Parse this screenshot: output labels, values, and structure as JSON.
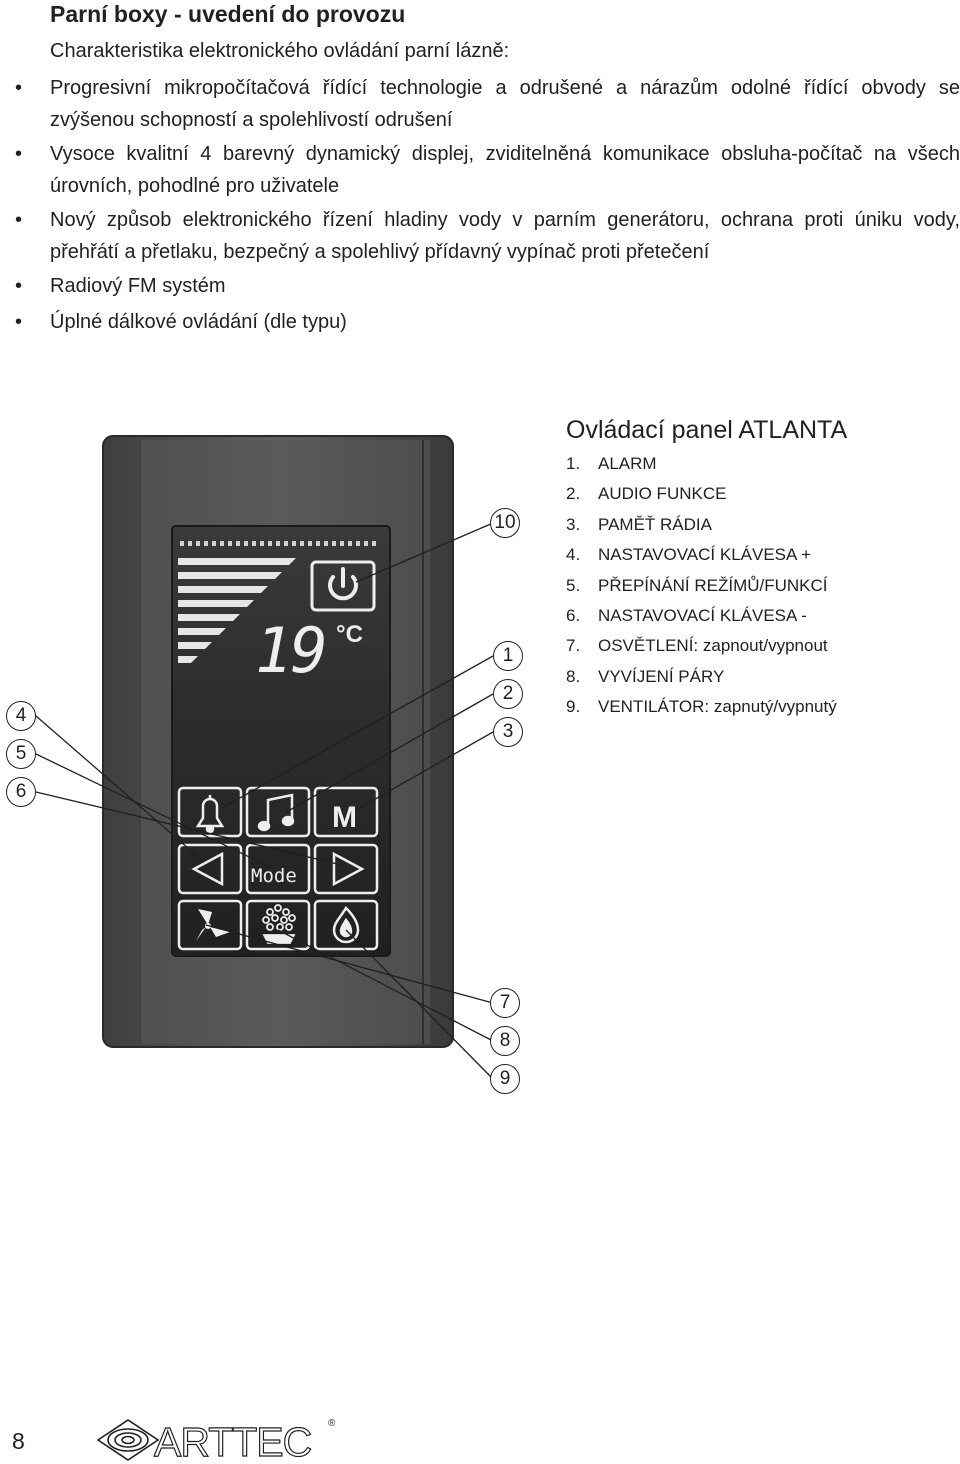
{
  "header": {
    "title": "Parní boxy - uvedení do provozu",
    "intro": "Charakteristika elektronického ovládání parní lázně:"
  },
  "bullets": [
    "Progresivní mikropočítačová řídící technologie a odrušené a nárazům odolné řídící obvody se zvýšenou schopností a spolehlivostí odrušení",
    "Vysoce kvalitní 4 barevný dynamický displej, zviditelněná komunikace obsluha-počítač na všech úrovních, pohodlné pro uživatele",
    "Nový způsob elektronického řízení hladiny vody v parním generátoru, ochrana proti úniku vody, přehřátí a přetlaku, bezpečný a spolehlivý přídavný vypínač proti přetečení",
    "Radiový FM systém",
    "Úplné dálkové ovládání (dle typu)"
  ],
  "bullet_symbol": "•",
  "panel": {
    "title": "Ovládací panel ATLANTA",
    "temperature": "19",
    "unit": "°C",
    "mode_label": "Mode",
    "memory_label": "M",
    "items": [
      {
        "num": "1.",
        "label": "ALARM"
      },
      {
        "num": "2.",
        "label": "AUDIO FUNKCE"
      },
      {
        "num": "3.",
        "label": "PAMĚŤ RÁDIA"
      },
      {
        "num": "4.",
        "label": "NASTAVOVACÍ KLÁVESA +"
      },
      {
        "num": "5.",
        "label": "PŘEPÍNÁNÍ REŽÍMŮ/FUNKCÍ"
      },
      {
        "num": "6.",
        "label": "NASTAVOVACÍ KLÁVESA -"
      },
      {
        "num": "7.",
        "label": "OSVĚTLENÍ: zapnout/vypnout"
      },
      {
        "num": "8.",
        "label": "VYVÍJENÍ PÁRY"
      },
      {
        "num": "9.",
        "label": "VENTILÁTOR: zapnutý/vypnutý"
      }
    ],
    "callouts": [
      "1",
      "2",
      "3",
      "4",
      "5",
      "6",
      "7",
      "8",
      "9",
      "10"
    ]
  },
  "footer": {
    "page_number": "8",
    "logo_text": "ARTTEC",
    "registered": "®"
  },
  "colors": {
    "text": "#231f20",
    "panel_frame": "#555555",
    "screen": "#2b2b2b"
  }
}
